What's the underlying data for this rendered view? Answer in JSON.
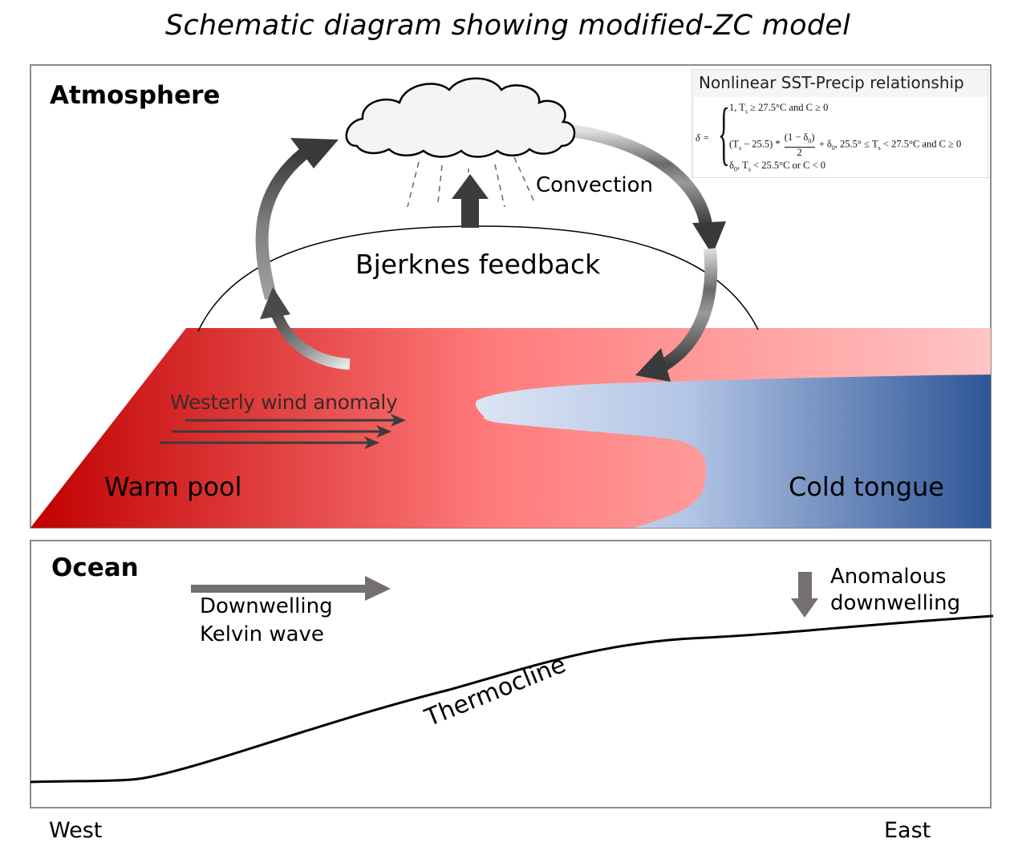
{
  "title": "Schematic diagram showing modified-ZC model",
  "atmosphere_panel": {
    "label": "Atmosphere",
    "convection_label": "Convection",
    "feedback_label": "Bjerknes feedback",
    "wind_label": "Westerly wind anomaly",
    "warm_pool_label": "Warm pool",
    "cold_tongue_label": "Cold tongue",
    "formula": {
      "heading": "Nonlinear SST-Precip relationship",
      "lhs": "δ =",
      "cases": [
        "1, Tₛ ≥ 27.5°C and C ≥ 0",
        "(Tₛ − 25.5) * (1 − δ₀) / 2 + δ₀, 25.5° ≤ Tₛ < 27.5°C and C ≥ 0",
        "δ₀, Tₛ < 25.5°C or C < 0"
      ],
      "case1": "1, T",
      "case1_sub": "s",
      "case1_rest": " ≥ 27.5°C and  C  ≥  0",
      "case2_a": "(T",
      "case2_sub": "s",
      "case2_b": " − 25.5) *",
      "case2_num": "(1 − δ",
      "case2_num_sub": "0",
      "case2_num_end": ")",
      "case2_den": "2",
      "case2_c": "+ δ",
      "case2_c_sub": "0",
      "case2_d": ", 25.5° ≤ T",
      "case2_d_sub": "s",
      "case2_e": " < 27.5°C and  C  ≥  0",
      "case3_a": "δ",
      "case3_a_sub": "0",
      "case3_b": ", T",
      "case3_b_sub": "s",
      "case3_c": " < 25.5°C or  C < 0"
    }
  },
  "ocean_panel": {
    "label": "Ocean",
    "kelvin_label_line1": "Downwelling",
    "kelvin_label_line2": "Kelvin wave",
    "anomalous_label_line1": "Anomalous",
    "anomalous_label_line2": "downwelling",
    "thermocline_label": "Thermocline"
  },
  "axis": {
    "west": "West",
    "east": "East"
  },
  "colors": {
    "warm_deep": "#c00000",
    "warm_mid": "#ff7b7b",
    "warm_light": "#ffc0c0",
    "cold_light": "#d6e0f0",
    "cold_mid": "#a9bde0",
    "cold_deep": "#2e5597",
    "arrow_dark": "#3c3c3c",
    "arrow_gray": "#757070",
    "panel_border": "#8c8c8c"
  }
}
